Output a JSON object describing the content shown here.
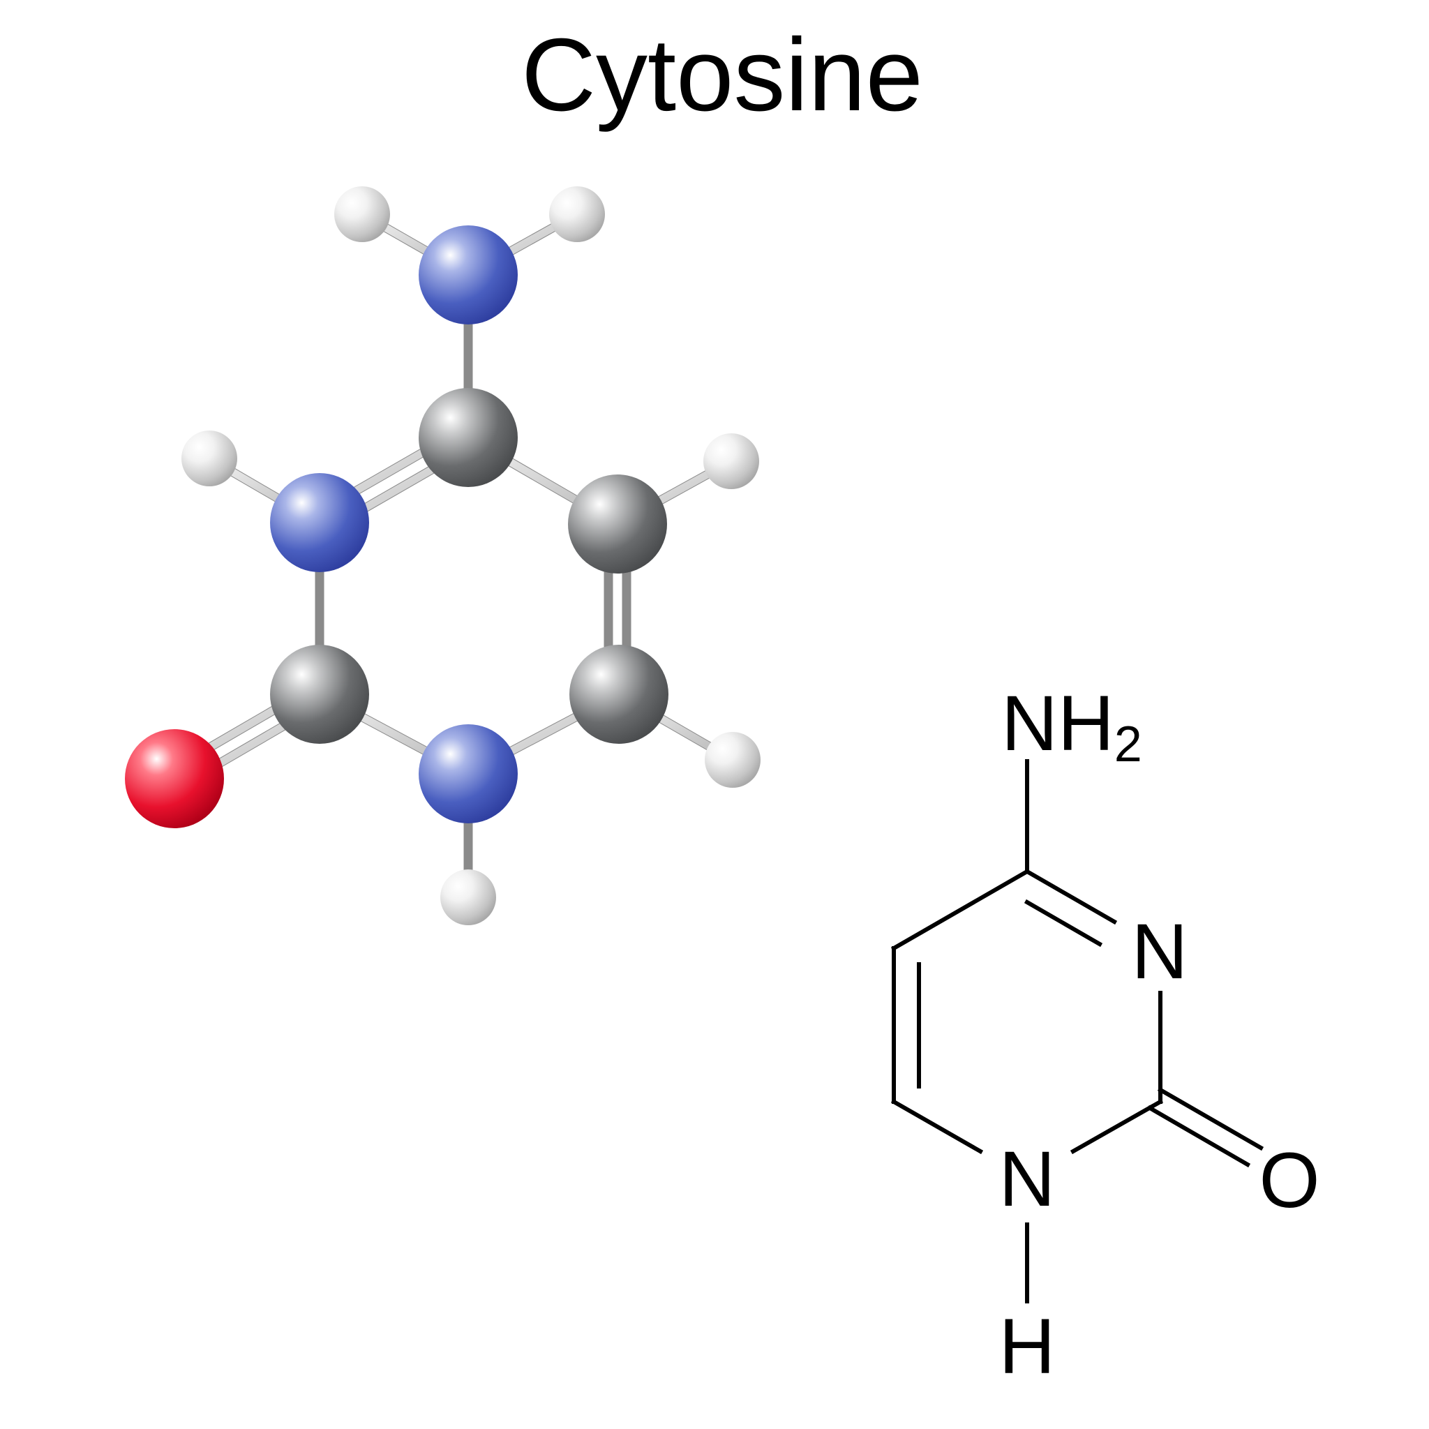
{
  "title": "Cytosine",
  "colors": {
    "carbon": "#5f6163",
    "nitrogen": "#3f55b5",
    "oxygen": "#e8112d",
    "hydrogen": "#d0d0d0",
    "bond": "#bfbfbf",
    "structure_line": "#000000"
  },
  "structural_formula": {
    "amine_group": "NH",
    "amine_subscript": "2",
    "ring_nitrogen_n3": "N",
    "ring_nitrogen_n1": "N",
    "carbonyl_oxygen": "O",
    "n1_hydrogen": "H"
  }
}
